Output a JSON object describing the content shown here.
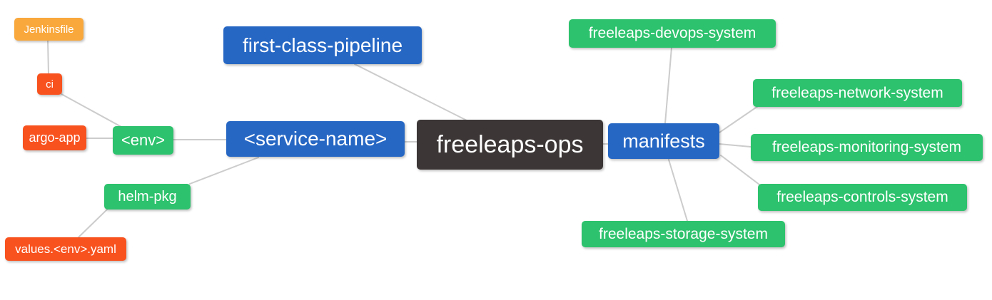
{
  "diagram": {
    "type": "mindmap",
    "palette": {
      "blue": "#2667c4",
      "green": "#2dc26d",
      "orange": "#f9a83c",
      "red": "#f8521f",
      "dark": "#3c3736",
      "edge_gray": "#cccccc",
      "node_text": "#ffffff",
      "background": "#ffffff"
    },
    "nodes": {
      "root": {
        "label": "freeleaps-ops",
        "color_role": "dark"
      },
      "pipeline": {
        "label": "first-class-pipeline",
        "color_role": "blue"
      },
      "service_name": {
        "label": "<service-name>",
        "color_role": "blue"
      },
      "manifests": {
        "label": "manifests",
        "color_role": "blue"
      },
      "env": {
        "label": "<env>",
        "color_role": "green"
      },
      "helm_pkg": {
        "label": "helm-pkg",
        "color_role": "green"
      },
      "jenkinsfile": {
        "label": "Jenkinsfile",
        "color_role": "orange"
      },
      "ci": {
        "label": "ci",
        "color_role": "red"
      },
      "argo_app": {
        "label": "argo-app",
        "color_role": "red"
      },
      "values_yaml": {
        "label": "values.<env>.yaml",
        "color_role": "red"
      },
      "devops_system": {
        "label": "freeleaps-devops-system",
        "color_role": "green"
      },
      "network_system": {
        "label": "freeleaps-network-system",
        "color_role": "green"
      },
      "monitoring_system": {
        "label": "freeleaps-monitoring-system",
        "color_role": "green"
      },
      "controls_system": {
        "label": "freeleaps-controls-system",
        "color_role": "green"
      },
      "storage_system": {
        "label": "freeleaps-storage-system",
        "color_role": "green"
      }
    },
    "edges": [
      [
        "jenkinsfile",
        "ci"
      ],
      [
        "ci",
        "env"
      ],
      [
        "argo_app",
        "env"
      ],
      [
        "env",
        "service_name"
      ],
      [
        "service_name",
        "helm_pkg"
      ],
      [
        "helm_pkg",
        "values_yaml"
      ],
      [
        "pipeline",
        "root"
      ],
      [
        "service_name",
        "root"
      ],
      [
        "root",
        "manifests"
      ],
      [
        "manifests",
        "devops_system"
      ],
      [
        "manifests",
        "network_system"
      ],
      [
        "manifests",
        "monitoring_system"
      ],
      [
        "manifests",
        "controls_system"
      ],
      [
        "manifests",
        "storage_system"
      ]
    ]
  }
}
